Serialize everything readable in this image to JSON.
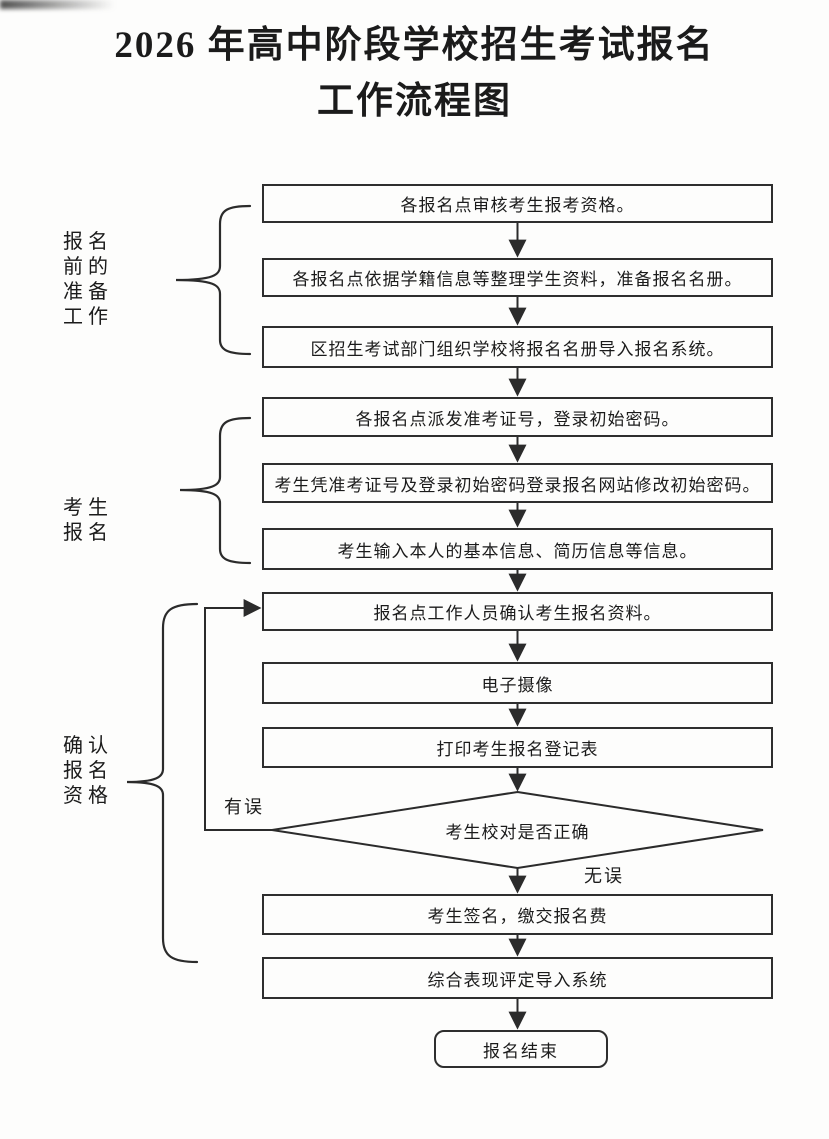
{
  "title": {
    "line1": "2026 年高中阶段学校招生考试报名",
    "line2": "工作流程图"
  },
  "groups": [
    {
      "name": "报名前的准备工作",
      "lines": [
        "报名",
        "前的",
        "准备",
        "工作"
      ]
    },
    {
      "name": "考生报名",
      "lines": [
        "考生",
        "报名"
      ]
    },
    {
      "name": "确认报名资格",
      "lines": [
        "确认",
        "报名",
        "资格"
      ]
    }
  ],
  "flow": {
    "steps": [
      {
        "label": "各报名点审核考生报考资格。"
      },
      {
        "label": "各报名点依据学籍信息等整理学生资料，准备报名名册。"
      },
      {
        "label": "区招生考试部门组织学校将报名名册导入报名系统。"
      },
      {
        "label": "各报名点派发准考证号，登录初始密码。"
      },
      {
        "label": "考生凭准考证号及登录初始密码登录报名网站修改初始密码。"
      },
      {
        "label": "考生输入本人的基本信息、简历信息等信息。"
      },
      {
        "label": "报名点工作人员确认考生报名资料。"
      },
      {
        "label": "电子摄像"
      },
      {
        "label": "打印考生报名登记表"
      },
      {
        "label": "考生签名，缴交报名费"
      },
      {
        "label": "综合表现评定导入系统"
      }
    ],
    "decision": {
      "label": "考生校对是否正确",
      "branch_error": "有误",
      "branch_ok": "无误"
    },
    "end": {
      "label": "报名结束"
    },
    "line_color": "#2b2b2b"
  }
}
